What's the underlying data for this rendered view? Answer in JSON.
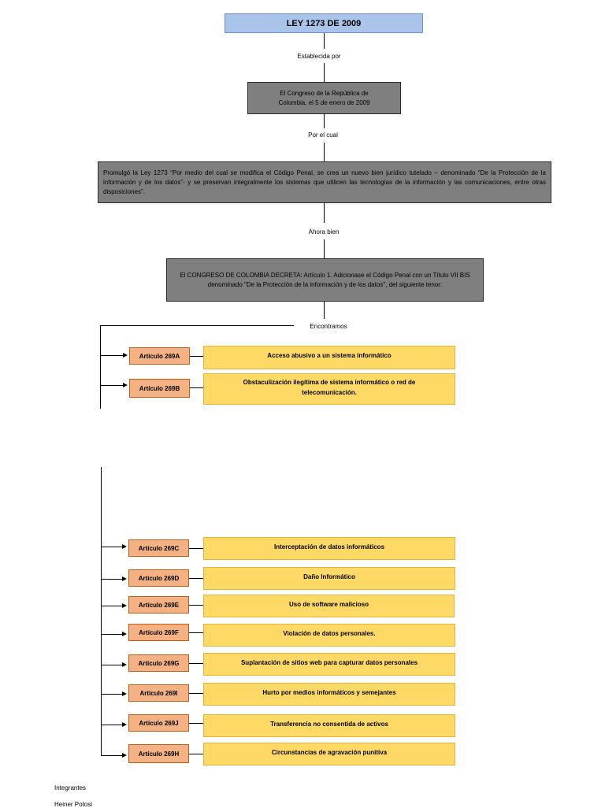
{
  "title": "LEY 1273 DE 2009",
  "connectors": {
    "c1": "Establecida por",
    "c2": "Por el cual",
    "c3": "Ahora bien",
    "c4": "Encontramos"
  },
  "box_congress": "El Congreso de la República de Colombia, el 5 de enero de 2009",
  "box_promulgo": "Promulgó la Ley 1273 “Por medio del cual se modifica el Código Penal, se crea un nuevo bien jurídico tutelado – denominado “De la Protección de la información y de los datos”- y se preservan integralmente los sistemas que utilicen las tecnologías de la información y las comunicaciones, entre otras disposiciones”.",
  "box_decreta": "El CONGRESO DE COLOMBIA DECRETA: Artículo 1. Adicionase el Código Penal con un Título VII BIS denominado \"De la Protección de la información y de los datos\", del siguiente tenor:",
  "articles": [
    {
      "label": "Artículo 269A",
      "desc": "Acceso abusivo a un sistema informático"
    },
    {
      "label": "Artículo 269B",
      "desc": "Obstaculización ilegítima de sistema informático o red de telecomunicación."
    },
    {
      "label": "Artículo 269C",
      "desc": "Interceptación de datos informáticos"
    },
    {
      "label": "Artículo 269D",
      "desc": "Daño Informático"
    },
    {
      "label": "Artículo 269E",
      "desc": "Uso de software malicioso"
    },
    {
      "label": "Artículo 269F",
      "desc": "Violación de datos personales."
    },
    {
      "label": "Artículo 269G",
      "desc": "Suplantación de sitios web para capturar datos personales"
    },
    {
      "label": "Artículo 269I",
      "desc": "Hurto por medios informáticos y semejantes"
    },
    {
      "label": "Artículo 269J",
      "desc": "Transferencia no consentida de activos"
    },
    {
      "label": "Artículo 269H",
      "desc": "Circunstancias de agravación punitiva"
    }
  ],
  "footer": {
    "heading": "Integrantes",
    "member": "Heiner Potosi"
  }
}
